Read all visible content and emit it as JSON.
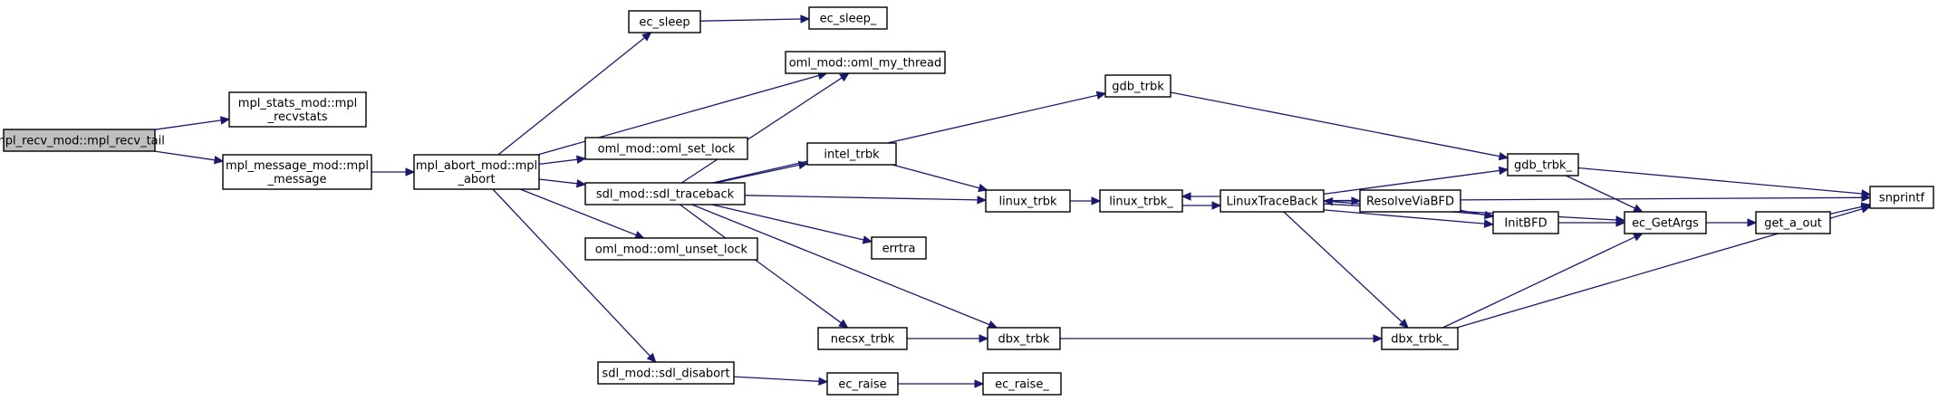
{
  "nodes": [
    {
      "id": "root",
      "lines": [
        "mpl_recv_mod::mpl_recv_tail"
      ],
      "root": true
    },
    {
      "id": "recvstats",
      "lines": [
        "mpl_stats_mod::mpl",
        "_recvstats"
      ]
    },
    {
      "id": "message",
      "lines": [
        "mpl_message_mod::mpl",
        "_message"
      ]
    },
    {
      "id": "abort",
      "lines": [
        "mpl_abort_mod::mpl",
        "_abort"
      ]
    },
    {
      "id": "ec_sleep",
      "lines": [
        "ec_sleep"
      ]
    },
    {
      "id": "ec_sleep_",
      "lines": [
        "ec_sleep_"
      ]
    },
    {
      "id": "oml_my_thread",
      "lines": [
        "oml_mod::oml_my_thread"
      ]
    },
    {
      "id": "oml_set_lock",
      "lines": [
        "oml_mod::oml_set_lock"
      ]
    },
    {
      "id": "sdl_traceback",
      "lines": [
        "sdl_mod::sdl_traceback"
      ]
    },
    {
      "id": "oml_unset_lock",
      "lines": [
        "oml_mod::oml_unset_lock"
      ]
    },
    {
      "id": "sdl_disabort",
      "lines": [
        "sdl_mod::sdl_disabort"
      ]
    },
    {
      "id": "gdb_trbk",
      "lines": [
        "gdb_trbk"
      ]
    },
    {
      "id": "intel_trbk",
      "lines": [
        "intel_trbk"
      ]
    },
    {
      "id": "errtra",
      "lines": [
        "errtra"
      ]
    },
    {
      "id": "necsx_trbk",
      "lines": [
        "necsx_trbk"
      ]
    },
    {
      "id": "ec_raise",
      "lines": [
        "ec_raise"
      ]
    },
    {
      "id": "ec_raise_",
      "lines": [
        "ec_raise_"
      ]
    },
    {
      "id": "linux_trbk",
      "lines": [
        "linux_trbk"
      ]
    },
    {
      "id": "dbx_trbk",
      "lines": [
        "dbx_trbk"
      ]
    },
    {
      "id": "linux_trbk_",
      "lines": [
        "linux_trbk_"
      ]
    },
    {
      "id": "LinuxTraceBack",
      "lines": [
        "LinuxTraceBack"
      ]
    },
    {
      "id": "ResolveViaBFD",
      "lines": [
        "ResolveViaBFD"
      ]
    },
    {
      "id": "gdb_trbk_",
      "lines": [
        "gdb_trbk_"
      ]
    },
    {
      "id": "InitBFD",
      "lines": [
        "InitBFD"
      ]
    },
    {
      "id": "ec_GetArgs",
      "lines": [
        "ec_GetArgs"
      ]
    },
    {
      "id": "dbx_trbk_",
      "lines": [
        "dbx_trbk_"
      ]
    },
    {
      "id": "get_a_out",
      "lines": [
        "get_a_out"
      ]
    },
    {
      "id": "snprintf",
      "lines": [
        "snprintf"
      ]
    }
  ],
  "edges": [
    {
      "from": "root",
      "to": "recvstats"
    },
    {
      "from": "root",
      "to": "message"
    },
    {
      "from": "message",
      "to": "abort"
    },
    {
      "from": "abort",
      "to": "ec_sleep"
    },
    {
      "from": "abort",
      "to": "oml_my_thread"
    },
    {
      "from": "abort",
      "to": "oml_set_lock"
    },
    {
      "from": "abort",
      "to": "sdl_traceback"
    },
    {
      "from": "abort",
      "to": "oml_unset_lock"
    },
    {
      "from": "abort",
      "to": "sdl_disabort"
    },
    {
      "from": "ec_sleep",
      "to": "ec_sleep_"
    },
    {
      "from": "sdl_traceback",
      "to": "oml_my_thread"
    },
    {
      "from": "sdl_traceback",
      "to": "gdb_trbk"
    },
    {
      "from": "sdl_traceback",
      "to": "intel_trbk"
    },
    {
      "from": "sdl_traceback",
      "to": "linux_trbk"
    },
    {
      "from": "sdl_traceback",
      "to": "errtra"
    },
    {
      "from": "sdl_traceback",
      "to": "necsx_trbk"
    },
    {
      "from": "sdl_traceback",
      "to": "dbx_trbk"
    },
    {
      "from": "sdl_disabort",
      "to": "ec_raise"
    },
    {
      "from": "ec_raise",
      "to": "ec_raise_"
    },
    {
      "from": "gdb_trbk",
      "to": "gdb_trbk_"
    },
    {
      "from": "intel_trbk",
      "to": "linux_trbk"
    },
    {
      "from": "necsx_trbk",
      "to": "dbx_trbk"
    },
    {
      "from": "linux_trbk",
      "to": "linux_trbk_"
    },
    {
      "from": "dbx_trbk",
      "to": "dbx_trbk_"
    },
    {
      "from": "linux_trbk_",
      "to": "LinuxTraceBack"
    },
    {
      "from": "LinuxTraceBack",
      "to": "linux_trbk_"
    },
    {
      "from": "LinuxTraceBack",
      "to": "snprintf"
    },
    {
      "from": "LinuxTraceBack",
      "to": "gdb_trbk_"
    },
    {
      "from": "LinuxTraceBack",
      "to": "ResolveViaBFD"
    },
    {
      "from": "LinuxTraceBack",
      "to": "InitBFD"
    },
    {
      "from": "LinuxTraceBack",
      "to": "ec_GetArgs"
    },
    {
      "from": "LinuxTraceBack",
      "to": "dbx_trbk_"
    },
    {
      "from": "ResolveViaBFD",
      "to": "InitBFD"
    },
    {
      "from": "InitBFD",
      "to": "LinuxTraceBack"
    },
    {
      "from": "InitBFD",
      "to": "ec_GetArgs"
    },
    {
      "from": "gdb_trbk_",
      "to": "ec_GetArgs"
    },
    {
      "from": "gdb_trbk_",
      "to": "snprintf"
    },
    {
      "from": "dbx_trbk_",
      "to": "ec_GetArgs"
    },
    {
      "from": "dbx_trbk_",
      "to": "snprintf"
    },
    {
      "from": "ec_GetArgs",
      "to": "get_a_out"
    },
    {
      "from": "get_a_out",
      "to": "snprintf"
    }
  ]
}
